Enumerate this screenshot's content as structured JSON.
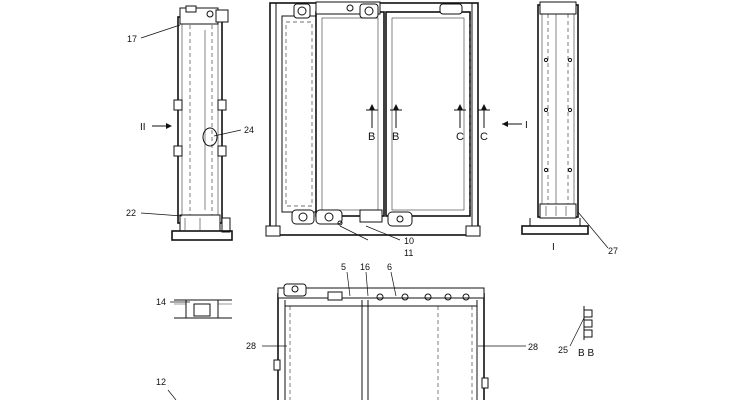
{
  "callouts": {
    "c17": "17",
    "c24": "24",
    "c22": "22",
    "c10": "10",
    "c11": "11",
    "c27": "27",
    "c5": "5",
    "c16": "16",
    "c6": "6",
    "c14": "14",
    "c28a": "28",
    "c28b": "28",
    "c12": "12",
    "c25": "25"
  },
  "view_marks": {
    "view_ii_left": "II",
    "view_i_right": "I",
    "view_i_bottom": "I",
    "section_b1": "B",
    "section_b2": "B",
    "section_c1": "C",
    "section_c2": "C",
    "detail_bb": "B B"
  }
}
